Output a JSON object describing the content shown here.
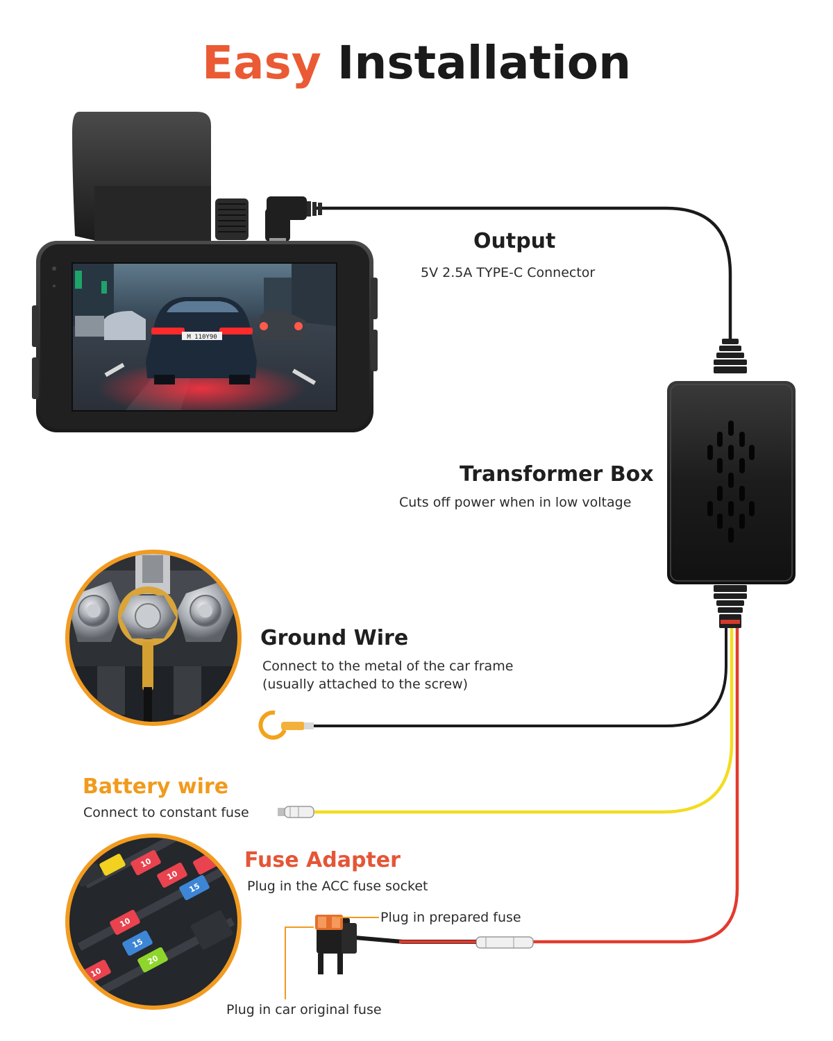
{
  "title": {
    "accent": "Easy",
    "rest": "Installation"
  },
  "output": {
    "label": "Output",
    "desc": "5V 2.5A TYPE-C Connector"
  },
  "transformer": {
    "label": "Transformer Box",
    "desc": "Cuts off power when in low voltage"
  },
  "ground": {
    "label": "Ground Wire",
    "desc_line1": "Connect to the metal of the car frame",
    "desc_line2": "(usually attached to the screw)"
  },
  "battery": {
    "label": "Battery wire",
    "desc": "Connect to constant fuse"
  },
  "fuse_adapter": {
    "label": "Fuse Adapter",
    "desc": "Plug in the ACC fuse socket",
    "callout_prepared": "Plug in prepared fuse",
    "callout_original": "Plug in car original fuse"
  },
  "dashcam_screen": {
    "plate": "M 110Y90"
  },
  "fuse_labels": [
    "10",
    "10",
    "15",
    "10",
    "15",
    "20",
    "10"
  ],
  "colors": {
    "accent": "#ea5a34",
    "battery": "#f19a1d",
    "wire_red": "#e23a2e",
    "wire_yellow": "#f2dd1f",
    "wire_black": "#1a1a1a"
  }
}
